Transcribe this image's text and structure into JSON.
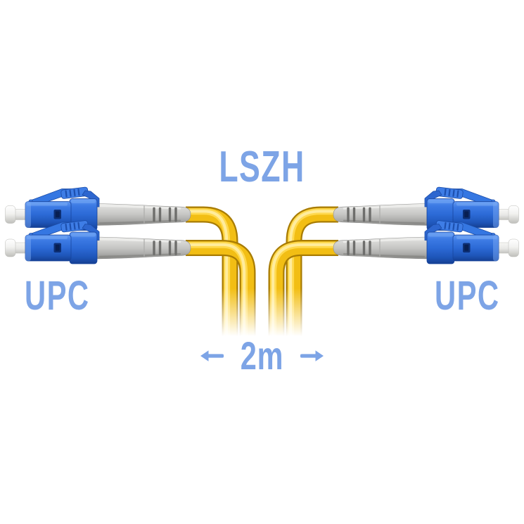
{
  "theme": {
    "background": "#ffffff",
    "label-blue": "#7da4e6",
    "cable-yellow": "#f2be14",
    "cable-yellow-dark": "#a87c04",
    "cable-yellow-light": "#ffd94e",
    "connector-blue": "#2e6fd9",
    "connector-blue-dark": "#16439a",
    "boot-gray": "#c4c4c2",
    "ferrule-white": "#f4f4f2"
  },
  "labels": {
    "jacket_type": "LSZH",
    "polish_left": "UPC",
    "polish_right": "UPC",
    "length": "2m"
  },
  "illustration": {
    "type": "fiber-patch-cord",
    "description": "Duplex fiber optic patch cord: four blue LC connectors with white ferrules and grey strain-relief boots, two on each side, joined by yellow LSZH jacket cables that curve down and fade out above the 2m length marking"
  }
}
